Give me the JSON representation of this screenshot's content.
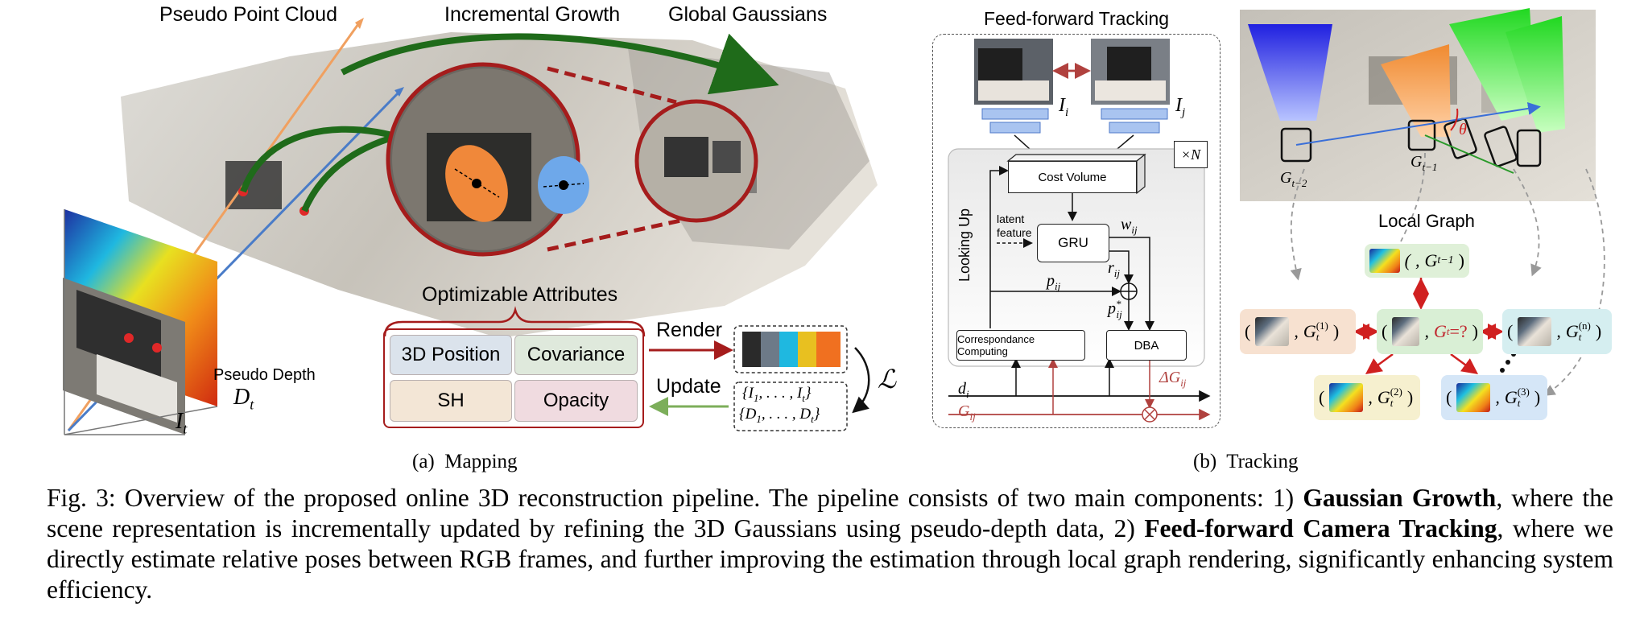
{
  "mapping": {
    "top_labels": [
      "Pseudo Point Cloud",
      "Incremental Growth",
      "Global Gaussians"
    ],
    "pseudo_depth_label": "Pseudo Depth",
    "pseudo_depth_symbol": "D",
    "pseudo_depth_sub": "t",
    "frame_symbol": "I",
    "frame_sub": "t",
    "optimizable_title": "Optimizable Attributes",
    "attributes": [
      "3D Position",
      "Covariance",
      "SH",
      "Opacity"
    ],
    "render_label": "Render",
    "update_label": "Update",
    "set_images": "{I",
    "set_images_rest": ", . . . , I",
    "set_depths": "{D",
    "set_depths_rest": ", . . . , D",
    "loss_symbol": "ℒ",
    "subcaption": "(a)  Mapping",
    "colors": {
      "green_arrow": "#1f6b1a",
      "red_circle": "#a51c1c",
      "pos_box": "#dbe3ec",
      "cov_box": "#dfe9dc",
      "sh_box": "#f3e6d6",
      "op_box": "#f0dbe0"
    }
  },
  "tracking": {
    "title": "Feed-forward Tracking",
    "frame_i": "I",
    "frame_i_sub": "i",
    "frame_j": "I",
    "frame_j_sub": "j",
    "repeat": "×N",
    "cost_volume": "Cost Volume",
    "gru": "GRU",
    "latent_feature": "latent\nfeature",
    "looking_up": "Looking Up",
    "w_ij": "w",
    "w_sub": "ij",
    "r_ij": "r",
    "r_sub": "ij",
    "p_ij": "p",
    "p_sub": "ij",
    "p_star": "p",
    "p_star_sup": "*",
    "p_star_sub": "ij",
    "correspondence": "Correspondance Computing",
    "dba": "DBA",
    "delta_g": "ΔG",
    "delta_g_sub": "ij",
    "d_i": "d",
    "d_i_sub": "i",
    "g_ij": "G",
    "g_ij_sub": "ij",
    "subcaption": "(b)  Tracking",
    "colors": {
      "arrow_red": "#b0413e",
      "arrow_blue": "#3a6fd8"
    }
  },
  "local_graph": {
    "title": "Local Graph",
    "cam_labels": [
      {
        "sym": "G",
        "sub": "t−2"
      },
      {
        "sym": "G",
        "sub": "t−1"
      }
    ],
    "theta": "θ",
    "nodes": [
      {
        "sym": "G",
        "sub": "t−1",
        "sup": ""
      },
      {
        "sym": "G",
        "sub": "t",
        "sup": "(1)"
      },
      {
        "sym": "G",
        "sub": "t",
        "sup": "",
        "extra": " =?"
      },
      {
        "sym": "G",
        "sub": "t",
        "sup": "(n)"
      },
      {
        "sym": "G",
        "sub": "t",
        "sup": "(2)"
      },
      {
        "sym": "G",
        "sub": "t",
        "sup": "(3)"
      }
    ],
    "colors": {
      "top": "#dff0d8",
      "left": "#f7e1d0",
      "center": "#d9efd5",
      "right": "#d5eef0",
      "bl": "#f6f0cf",
      "br": "#d5e6f7",
      "center_text": "#c0262e"
    }
  },
  "caption": {
    "fig": "Fig. 3: Overview of the proposed online 3D reconstruction pipeline. The pipeline consists of two main components: 1)",
    "b1": "Gaussian Growth",
    "t1": ", where the scene representation is incrementally updated by refining the 3D Gaussians using pseudo-depth data, 2)",
    "b2": "Feed-forward Camera Tracking",
    "t2": ", where we directly estimate relative poses between RGB frames, and further improving the estimation through local graph rendering, significantly enhancing system efficiency."
  }
}
